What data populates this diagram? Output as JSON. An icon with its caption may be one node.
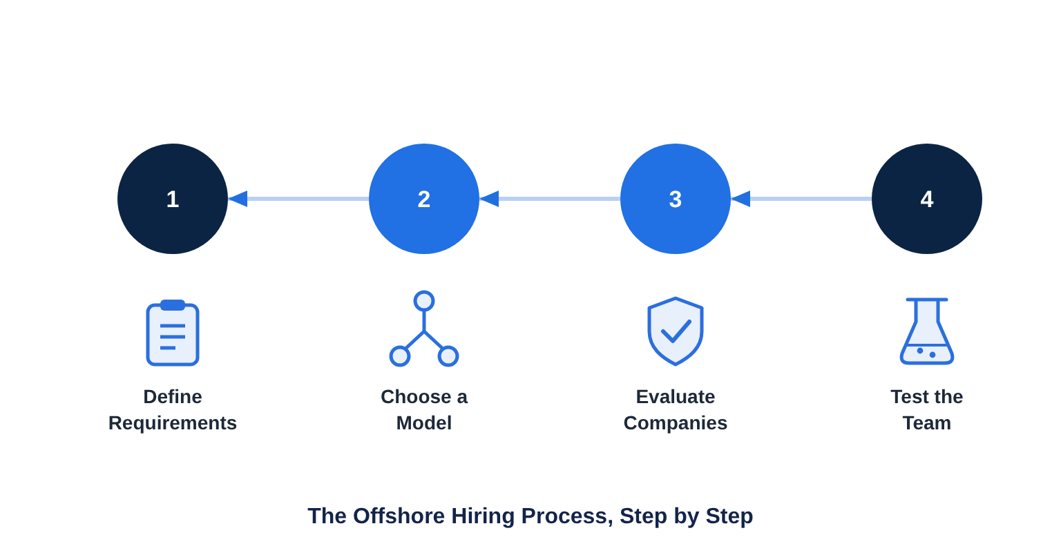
{
  "diagram": {
    "title": "The Offshore Hiring Process, Step by Step",
    "nodes": [
      {
        "text": [
          "1"
        ]
      },
      {
        "text": [
          "2"
        ]
      },
      {
        "text": [
          "3"
        ]
      },
      {
        "text": [
          "4"
        ]
      }
    ],
    "edges": [
      {
        "from": 1,
        "to": 0,
        "arrow": "to"
      },
      {
        "from": 2,
        "to": 1,
        "arrow": "to"
      },
      {
        "from": 3,
        "to": 2,
        "arrow": "to"
      }
    ],
    "labels": [
      "Define Requirements",
      "Choose a Model",
      "Evaluate Companies",
      "Test the Team"
    ]
  }
}
